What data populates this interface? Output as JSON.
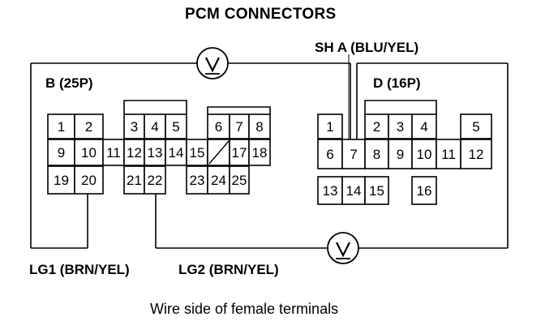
{
  "title": "PCM CONNECTORS",
  "sh_label": "SH A (BLU/YEL)",
  "connector_b": {
    "name": "B (25P)",
    "terminals": [
      "1",
      "2",
      "3",
      "4",
      "5",
      "6",
      "7",
      "8",
      "9",
      "10",
      "11",
      "12",
      "13",
      "14",
      "15",
      "17",
      "18",
      "19",
      "20",
      "21",
      "22",
      "23",
      "24",
      "25"
    ]
  },
  "connector_d": {
    "name": "D (16P)",
    "terminals": [
      "1",
      "2",
      "3",
      "4",
      "5",
      "6",
      "7",
      "8",
      "9",
      "10",
      "11",
      "12",
      "13",
      "14",
      "15",
      "16"
    ]
  },
  "wire_labels": {
    "lg1": "LG1 (BRN/YEL)",
    "lg2": "LG2 (BRN/YEL)"
  },
  "meter_icons": [
    "voltmeter-icon",
    "voltmeter-icon"
  ],
  "caption": "Wire side of female terminals"
}
